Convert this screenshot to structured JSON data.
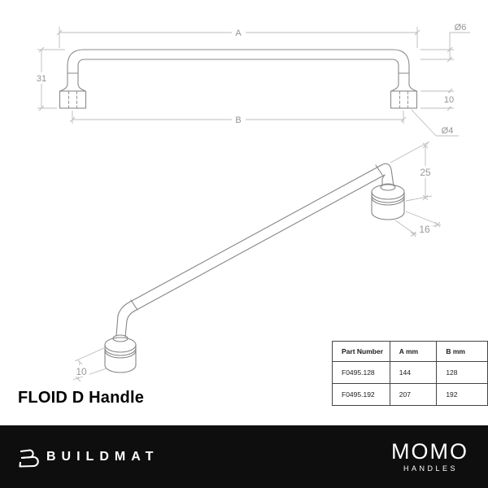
{
  "title": "FLOID D Handle",
  "front_view": {
    "label_a": "A",
    "label_b": "B",
    "label_height": "31",
    "label_bar_diameter": "Ø6",
    "label_foot_height": "10",
    "label_screw_diameter": "Ø4"
  },
  "iso_view": {
    "label_projection_height": "25",
    "label_foot_diameter": "16",
    "label_foot_height": "10"
  },
  "table": {
    "headers": [
      "Part Number",
      "A mm",
      "B mm"
    ],
    "rows": [
      [
        "F0495.128",
        "144",
        "128"
      ],
      [
        "F0495.192",
        "207",
        "192"
      ]
    ]
  },
  "footer": {
    "brand_left": "BUILDMAT",
    "brand_right": "MOMO",
    "brand_right_sub": "HANDLES"
  },
  "colors": {
    "object_line": "#8a8a8a",
    "dimension_line": "#bcbcbc",
    "dimension_text": "#979797",
    "table_border": "#454545",
    "footer_background": "#0e0e0e",
    "footer_text": "#ffffff"
  }
}
